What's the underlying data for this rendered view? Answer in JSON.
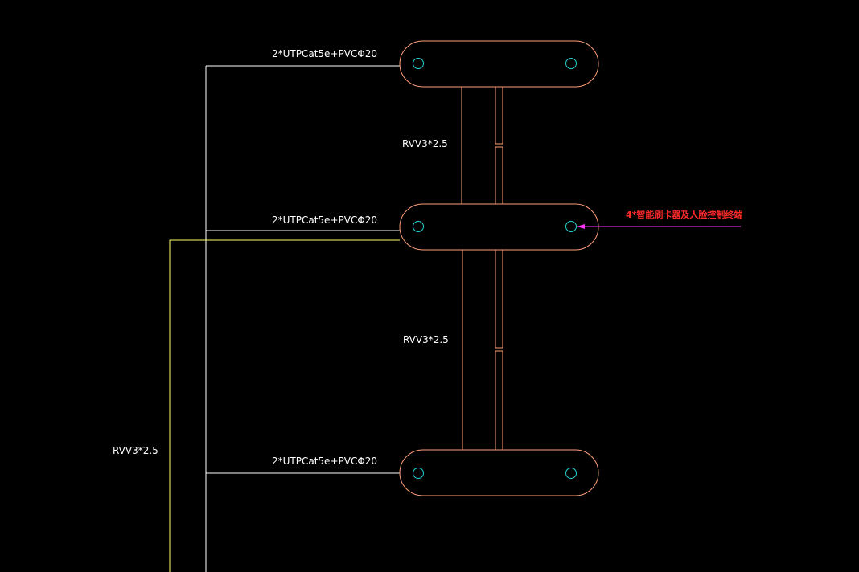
{
  "colors": {
    "background": "#000000",
    "white_line": "#ffffff",
    "yellow_line": "#ffff66",
    "box_outline": "#ff9f7a",
    "terminal": "#22d3d3",
    "annotation_line": "#ff33ff",
    "annotation_text": "#ff2a2a",
    "label_text": "#ffffff"
  },
  "labels": {
    "cable_top": "2*UTPCat5e+PVCΦ20",
    "cable_middle": "2*UTPCat5e+PVCΦ20",
    "cable_bottom": "2*UTPCat5e+PVCΦ20",
    "riser_upper": "RVV3*2.5",
    "riser_lower": "RVV3*2.5",
    "power_feed": "RVV3*2.5"
  },
  "annotation": {
    "text": "4*智能刷卡器及人脸控制终端"
  },
  "icons": {
    "terminal": "terminal-circle-icon",
    "arrow": "arrow-head-icon"
  }
}
